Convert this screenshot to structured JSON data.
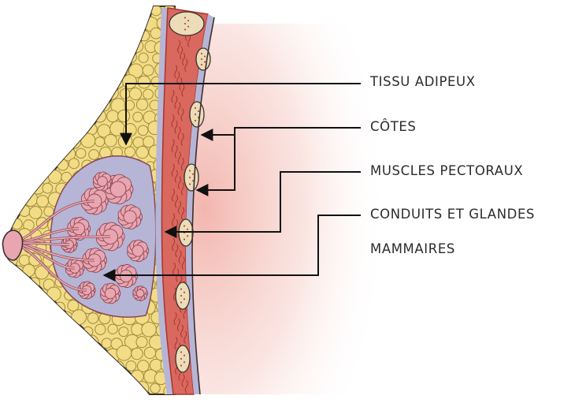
{
  "labels": {
    "tissu_adipeux": "TISSU ADIPEUX",
    "cotes": "CÔTES",
    "muscles_pectoraux": "MUSCLES PECTORAUX",
    "conduits_line1": "CONDUITS ET GLANDES",
    "conduits_line2": "MAMMAIRES"
  },
  "colors": {
    "adipose": "#f3dc86",
    "adipose_outline": "#9c8a3c",
    "muscle": "#d9685f",
    "muscle_fiber": "#a8342c",
    "rib": "#ecdcb8",
    "lobule": "#e9a6b0",
    "lobule_outline": "#8a4654",
    "connective": "#b7b5d6",
    "skin_outline": "#3a3030",
    "glow": "#f6c9c3",
    "leader": "#111111"
  }
}
